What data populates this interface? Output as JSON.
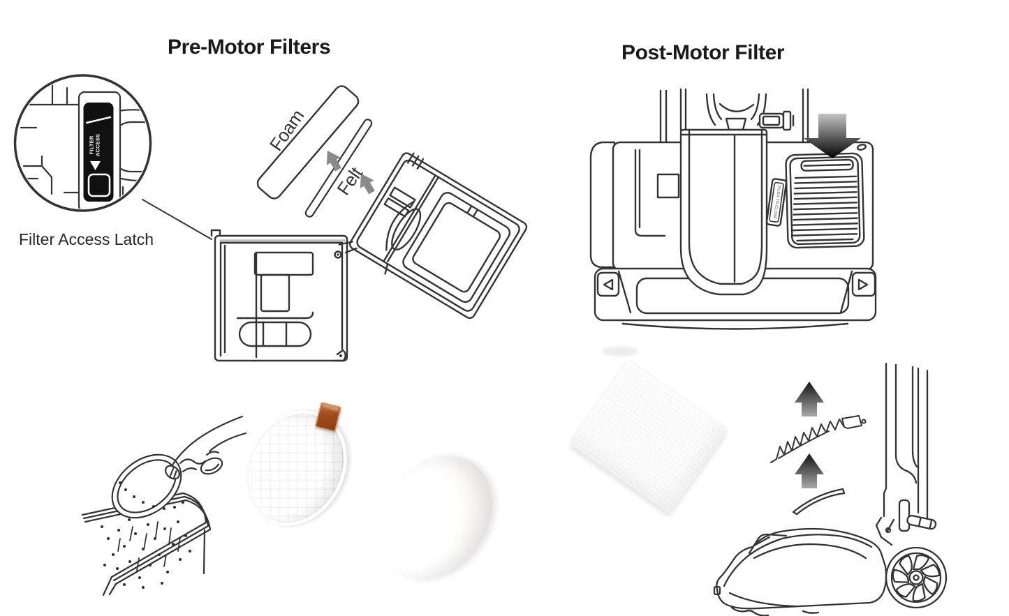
{
  "diagram": {
    "pre_motor": {
      "title": "Pre-Motor Filters",
      "callout_label": "Filter Access Latch",
      "latch_badge_text": "FILTER ACCESS",
      "foam_label": "Foam",
      "felt_label": "Felt"
    },
    "post_motor": {
      "title": "Post-Motor Filter",
      "tab_text": "PUSH TO CLOSE"
    },
    "colors": {
      "line_art": "#333333",
      "gray_arrow": "#8a8a8a",
      "latch_black": "#101010",
      "tab_brown": "#9a4a1d",
      "gradient_arrow_dark": "#000000",
      "gradient_arrow_light": "#c4c4c4"
    }
  }
}
